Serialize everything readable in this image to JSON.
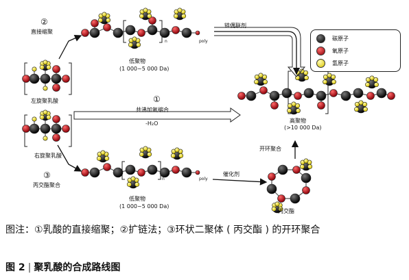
{
  "labels": {
    "route2_num": "②",
    "route2_name": "直接缩聚",
    "route1_num": "①",
    "route1_name": "共沸加氩缩合",
    "route1_byproduct": "-H₂O",
    "route3_num": "③",
    "route3_name": "丙交酯聚合",
    "lactic_left": "左旋聚乳酸",
    "lactic_right": "右旋聚乳酸",
    "oligomer_top": "低聚物",
    "oligomer_top_mw": "(1 000~5 000 Da)",
    "oligomer_bottom": "低聚物",
    "oligomer_bottom_mw": "(1 000~5 000 Da)",
    "chain_coupling": "链偶联剂",
    "polymer": "高聚物",
    "polymer_mw": "(>10 000 Da)",
    "ring_opening": "开环聚合",
    "catalyst": "催化剂",
    "lactide": "丙交酯",
    "poly_top": "poly",
    "poly_bottom": "poly",
    "n_top": "n",
    "n_bottom": "n"
  },
  "legend": {
    "carbon": "碳原子",
    "oxygen": "氧原子",
    "hydrogen": "氢原子"
  },
  "colors": {
    "carbon": "#111111",
    "oxygen": "#c0121c",
    "hydrogen": "#f2e21a"
  },
  "note": "图注：①乳酸的直接缩聚；②扩链法；③环状二聚体 ( 丙交酯 ) 的开环聚合",
  "caption": {
    "label": "图 2",
    "title": "聚乳酸的合成路线图"
  }
}
